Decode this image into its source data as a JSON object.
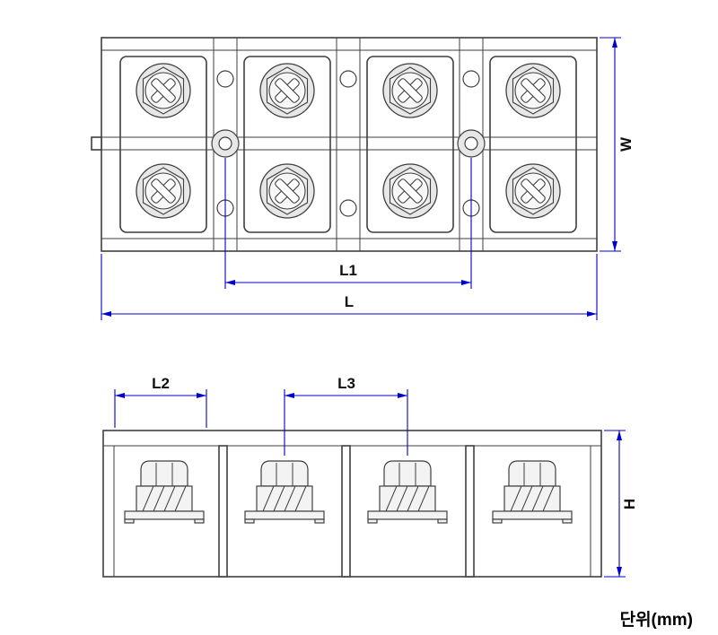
{
  "drawing": {
    "unit_label": "단위(mm)",
    "labels": {
      "w": "W",
      "l1": "L1",
      "l": "L",
      "l2": "L2",
      "l3": "L3",
      "h": "H"
    },
    "colors": {
      "dimension": "#0000cd",
      "outline": "#3f3f3f",
      "fill_light": "#e7e7e7",
      "label": "#101010"
    }
  }
}
